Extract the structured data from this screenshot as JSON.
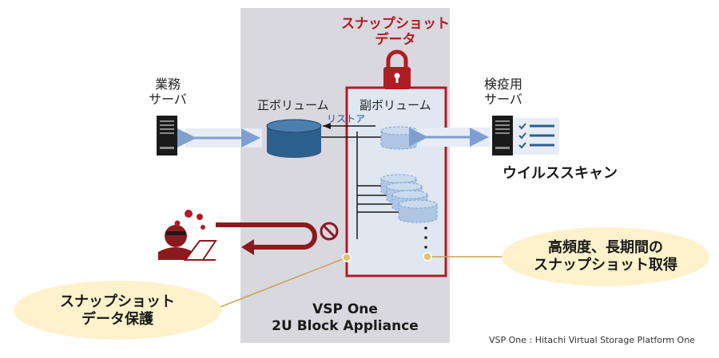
{
  "snapshot_data_label": "スナップショット\nデータ",
  "snapshot_data_line1": "スナップショット",
  "snapshot_data_line2": "データ",
  "business_server_line1": "業務",
  "business_server_line2": "サーバ",
  "primary_volume": "正ボリューム",
  "secondary_volume": "副ボリューム",
  "restore": "リストア",
  "scan_server_line1": "検疫用",
  "scan_server_line2": "サーバ",
  "virus_scan": "ウイルススキャン",
  "appliance_line1": "VSP One",
  "appliance_line2": "2U Block Appliance",
  "callout_left_line1": "スナップショット",
  "callout_left_line2": "データ保護",
  "callout_right_line1": "高頻度、長期間の",
  "callout_right_line2": "スナップショット取得",
  "ellipsis": "・・・",
  "footnote": "VSP One : Hitachi Virtual Storage Platform One",
  "colors": {
    "appliance_bg": "#d9d8de",
    "accent_red": "#b01c25",
    "arrow_blue": "#7f9fd1",
    "cylinder_dark": "#2d5f8c",
    "cylinder_light": "#aec6e3",
    "callout_bg": "#fdf2cc",
    "callout_line": "#c9a24c",
    "attacker_red": "#8b1a1f"
  }
}
